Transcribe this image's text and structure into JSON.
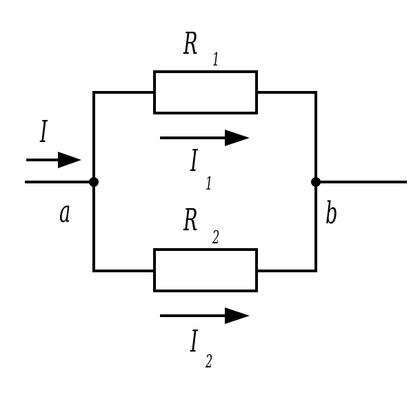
{
  "labels": {
    "current_total": "I",
    "node_a": "a",
    "node_b": "b",
    "r1_main": "R",
    "r1_sub": "1",
    "r2_main": "R",
    "r2_sub": "2",
    "i1_main": "I",
    "i1_sub": "1",
    "i2_main": "I",
    "i2_sub": "2"
  },
  "colors": {
    "line": "#000000",
    "background": "#ffffff"
  }
}
